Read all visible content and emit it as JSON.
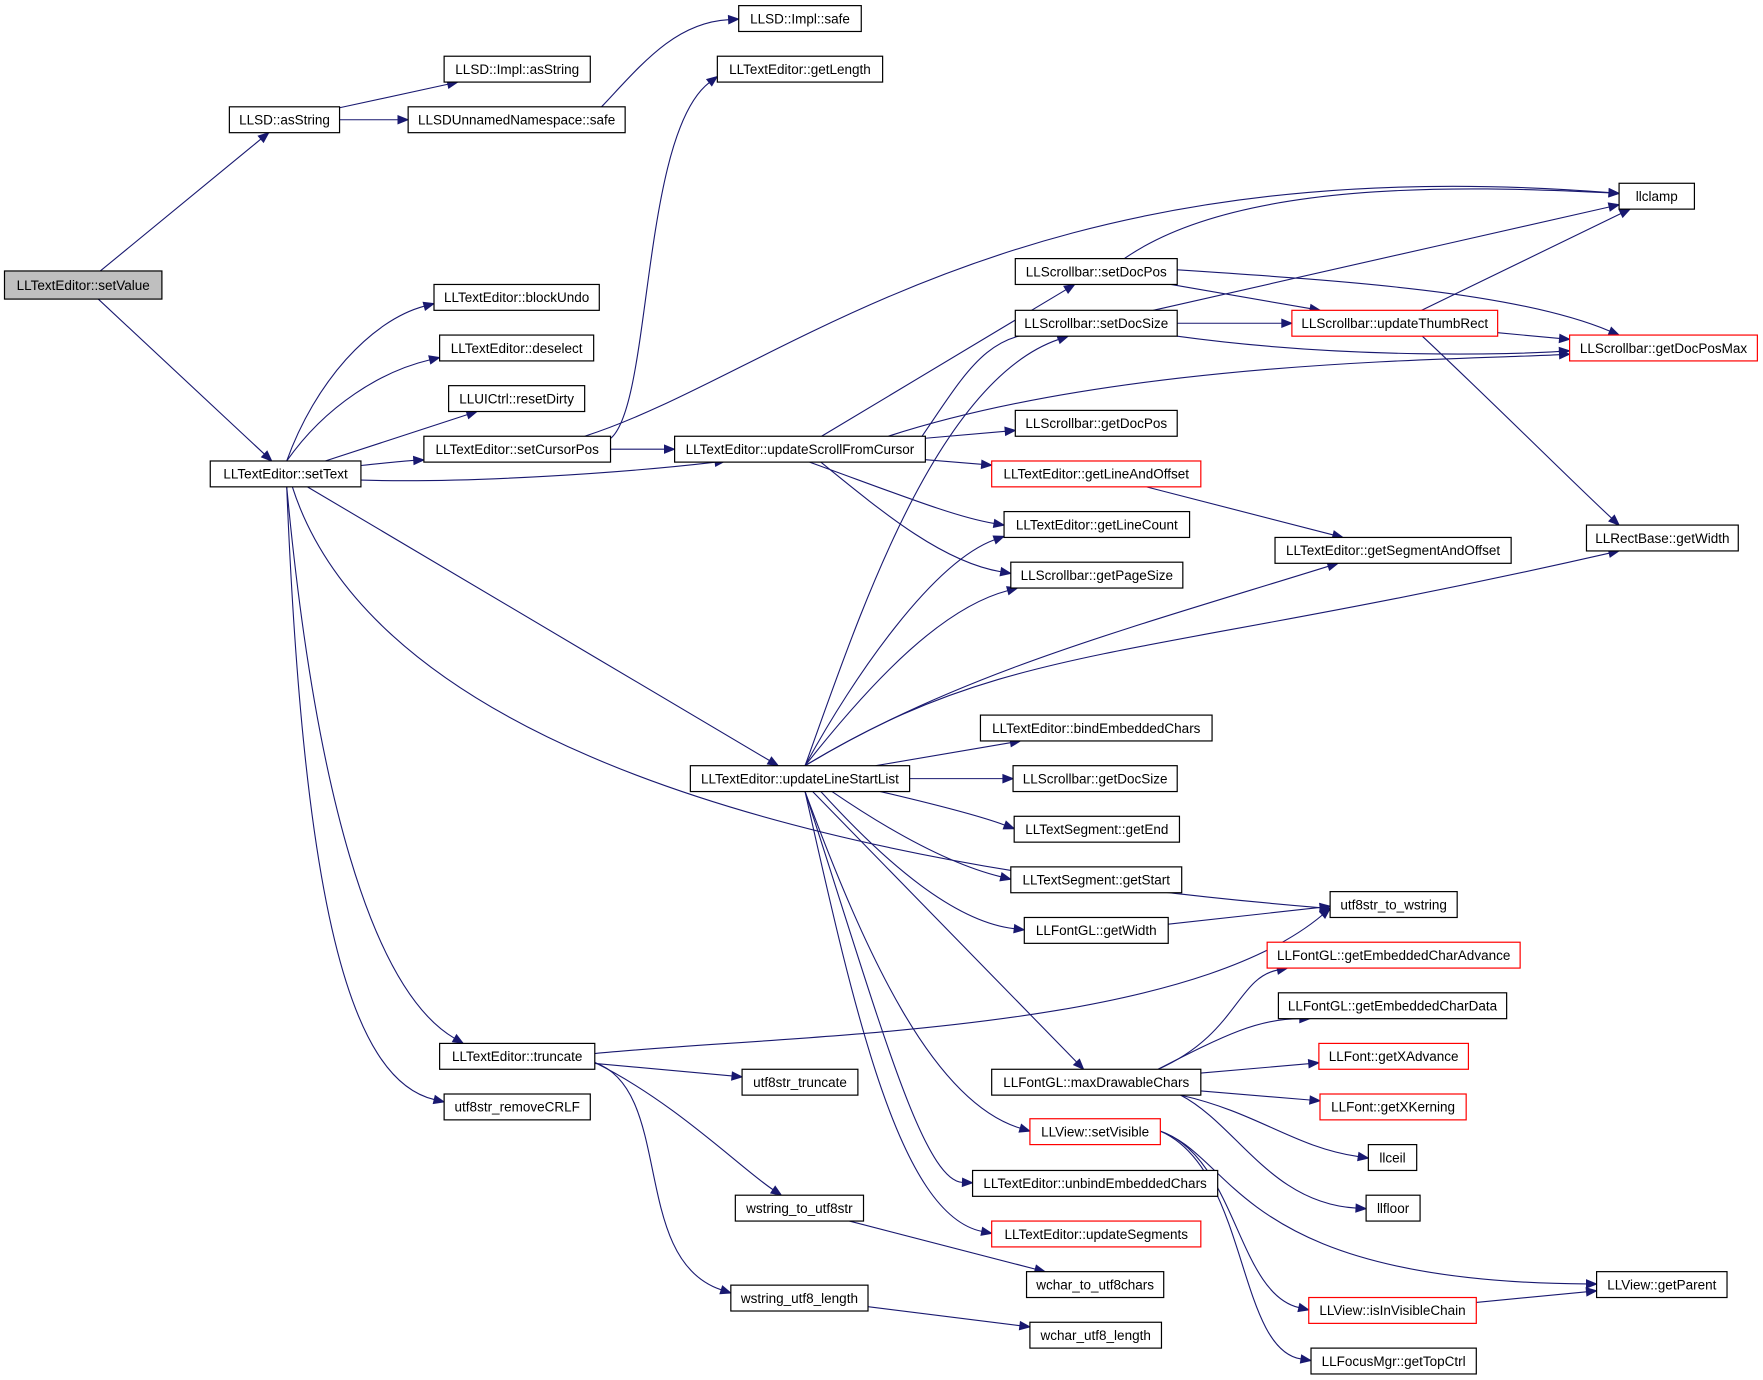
{
  "nodes": [
    {
      "id": "setValue",
      "label": "LLTextEditor::setValue",
      "current": true
    },
    {
      "id": "asString",
      "label": "LLSD::asString"
    },
    {
      "id": "implAsString",
      "label": "LLSD::Impl::asString"
    },
    {
      "id": "nsSafe",
      "label": "LLSDUnnamedNamespace::safe"
    },
    {
      "id": "implSafe",
      "label": "LLSD::Impl::safe"
    },
    {
      "id": "getLength",
      "label": "LLTextEditor::getLength"
    },
    {
      "id": "setText",
      "label": "LLTextEditor::setText"
    },
    {
      "id": "blockUndo",
      "label": "LLTextEditor::blockUndo"
    },
    {
      "id": "deselect",
      "label": "LLTextEditor::deselect"
    },
    {
      "id": "resetDirty",
      "label": "LLUICtrl::resetDirty"
    },
    {
      "id": "setCursorPos",
      "label": "LLTextEditor::setCursorPos"
    },
    {
      "id": "updateScroll",
      "label": "LLTextEditor::updateScrollFromCursor"
    },
    {
      "id": "setDocPos",
      "label": "LLScrollbar::setDocPos"
    },
    {
      "id": "setDocSize",
      "label": "LLScrollbar::setDocSize"
    },
    {
      "id": "getDocPos",
      "label": "LLScrollbar::getDocPos"
    },
    {
      "id": "getLineAndOffset",
      "label": "LLTextEditor::getLineAndOffset",
      "red": true
    },
    {
      "id": "getLineCount",
      "label": "LLTextEditor::getLineCount"
    },
    {
      "id": "getPageSize",
      "label": "LLScrollbar::getPageSize"
    },
    {
      "id": "llclamp",
      "label": "llclamp"
    },
    {
      "id": "updateThumbRect",
      "label": "LLScrollbar::updateThumbRect",
      "red": true
    },
    {
      "id": "getDocPosMax",
      "label": "LLScrollbar::getDocPosMax",
      "red": true
    },
    {
      "id": "getSegmentAndOffset",
      "label": "LLTextEditor::getSegmentAndOffset"
    },
    {
      "id": "rectGetWidth",
      "label": "LLRectBase::getWidth"
    },
    {
      "id": "updateLineStartList",
      "label": "LLTextEditor::updateLineStartList"
    },
    {
      "id": "bindEmbeddedChars",
      "label": "LLTextEditor::bindEmbeddedChars"
    },
    {
      "id": "getDocSize",
      "label": "LLScrollbar::getDocSize"
    },
    {
      "id": "getEnd",
      "label": "LLTextSegment::getEnd"
    },
    {
      "id": "getStart",
      "label": "LLTextSegment::getStart"
    },
    {
      "id": "fontGetWidth",
      "label": "LLFontGL::getWidth"
    },
    {
      "id": "utf8ToWstring",
      "label": "utf8str_to_wstring"
    },
    {
      "id": "getEmbeddedCharAdvance",
      "label": "LLFontGL::getEmbeddedCharAdvance",
      "red": true
    },
    {
      "id": "getEmbeddedCharData",
      "label": "LLFontGL::getEmbeddedCharData"
    },
    {
      "id": "truncate",
      "label": "LLTextEditor::truncate"
    },
    {
      "id": "utf8Truncate",
      "label": "utf8str_truncate"
    },
    {
      "id": "removeCRLF",
      "label": "utf8str_removeCRLF"
    },
    {
      "id": "maxDrawableChars",
      "label": "LLFontGL::maxDrawableChars"
    },
    {
      "id": "getXAdvance",
      "label": "LLFont::getXAdvance",
      "red": true
    },
    {
      "id": "getXKerning",
      "label": "LLFont::getXKerning",
      "red": true
    },
    {
      "id": "llceil",
      "label": "llceil"
    },
    {
      "id": "llfloor",
      "label": "llfloor"
    },
    {
      "id": "setVisible",
      "label": "LLView::setVisible",
      "red": true
    },
    {
      "id": "unbindEmbeddedChars",
      "label": "LLTextEditor::unbindEmbeddedChars"
    },
    {
      "id": "updateSegments",
      "label": "LLTextEditor::updateSegments",
      "red": true
    },
    {
      "id": "wstringToUtf8",
      "label": "wstring_to_utf8str"
    },
    {
      "id": "wcharToUtf8",
      "label": "wchar_to_utf8chars"
    },
    {
      "id": "wstringUtf8Length",
      "label": "wstring_utf8_length"
    },
    {
      "id": "wcharUtf8Length",
      "label": "wchar_utf8_length"
    },
    {
      "id": "getParent",
      "label": "LLView::getParent"
    },
    {
      "id": "isInVisibleChain",
      "label": "LLView::isInVisibleChain",
      "red": true
    },
    {
      "id": "getTopCtrl",
      "label": "LLFocusMgr::getTopCtrl"
    }
  ],
  "edges": [
    [
      "setValue",
      "asString"
    ],
    [
      "setValue",
      "setText"
    ],
    [
      "asString",
      "implAsString"
    ],
    [
      "asString",
      "nsSafe"
    ],
    [
      "nsSafe",
      "implSafe"
    ],
    [
      "setText",
      "blockUndo"
    ],
    [
      "setText",
      "deselect"
    ],
    [
      "setText",
      "resetDirty"
    ],
    [
      "setText",
      "setCursorPos"
    ],
    [
      "setText",
      "updateScroll"
    ],
    [
      "setText",
      "updateLineStartList"
    ],
    [
      "setText",
      "utf8ToWstring"
    ],
    [
      "setText",
      "truncate"
    ],
    [
      "setText",
      "removeCRLF"
    ],
    [
      "setCursorPos",
      "getLength"
    ],
    [
      "setCursorPos",
      "updateScroll"
    ],
    [
      "setCursorPos",
      "llclamp"
    ],
    [
      "updateScroll",
      "setDocPos"
    ],
    [
      "updateScroll",
      "setDocSize"
    ],
    [
      "updateScroll",
      "getDocPos"
    ],
    [
      "updateScroll",
      "getLineAndOffset"
    ],
    [
      "updateScroll",
      "getLineCount"
    ],
    [
      "updateScroll",
      "getPageSize"
    ],
    [
      "updateScroll",
      "getDocPosMax"
    ],
    [
      "setDocPos",
      "llclamp"
    ],
    [
      "setDocPos",
      "updateThumbRect"
    ],
    [
      "setDocPos",
      "getDocPosMax"
    ],
    [
      "setDocSize",
      "llclamp"
    ],
    [
      "setDocSize",
      "updateThumbRect"
    ],
    [
      "setDocSize",
      "getDocPosMax"
    ],
    [
      "updateThumbRect",
      "llclamp"
    ],
    [
      "updateThumbRect",
      "getDocPosMax"
    ],
    [
      "updateThumbRect",
      "rectGetWidth"
    ],
    [
      "getLineAndOffset",
      "getSegmentAndOffset"
    ],
    [
      "updateLineStartList",
      "setDocSize"
    ],
    [
      "updateLineStartList",
      "getLineCount"
    ],
    [
      "updateLineStartList",
      "getPageSize"
    ],
    [
      "updateLineStartList",
      "getSegmentAndOffset"
    ],
    [
      "updateLineStartList",
      "rectGetWidth"
    ],
    [
      "updateLineStartList",
      "bindEmbeddedChars"
    ],
    [
      "updateLineStartList",
      "getDocSize"
    ],
    [
      "updateLineStartList",
      "getEnd"
    ],
    [
      "updateLineStartList",
      "getStart"
    ],
    [
      "updateLineStartList",
      "fontGetWidth"
    ],
    [
      "updateLineStartList",
      "maxDrawableChars"
    ],
    [
      "updateLineStartList",
      "setVisible"
    ],
    [
      "updateLineStartList",
      "unbindEmbeddedChars"
    ],
    [
      "updateLineStartList",
      "updateSegments"
    ],
    [
      "fontGetWidth",
      "utf8ToWstring"
    ],
    [
      "truncate",
      "utf8ToWstring"
    ],
    [
      "truncate",
      "utf8Truncate"
    ],
    [
      "truncate",
      "wstringToUtf8"
    ],
    [
      "truncate",
      "wstringUtf8Length"
    ],
    [
      "maxDrawableChars",
      "getEmbeddedCharAdvance"
    ],
    [
      "maxDrawableChars",
      "getEmbeddedCharData"
    ],
    [
      "maxDrawableChars",
      "getXAdvance"
    ],
    [
      "maxDrawableChars",
      "getXKerning"
    ],
    [
      "maxDrawableChars",
      "llceil"
    ],
    [
      "maxDrawableChars",
      "llfloor"
    ],
    [
      "setVisible",
      "getParent"
    ],
    [
      "setVisible",
      "isInVisibleChain"
    ],
    [
      "setVisible",
      "getTopCtrl"
    ],
    [
      "isInVisibleChain",
      "getParent"
    ],
    [
      "wstringToUtf8",
      "wcharToUtf8"
    ],
    [
      "wstringUtf8Length",
      "wcharUtf8Length"
    ]
  ],
  "colors": {
    "edge": "#191970",
    "node_border": "#000000",
    "node_border_incomplete": "#ff0000",
    "current_node_fill": "#bfbfbf",
    "node_fill": "#ffffff"
  }
}
